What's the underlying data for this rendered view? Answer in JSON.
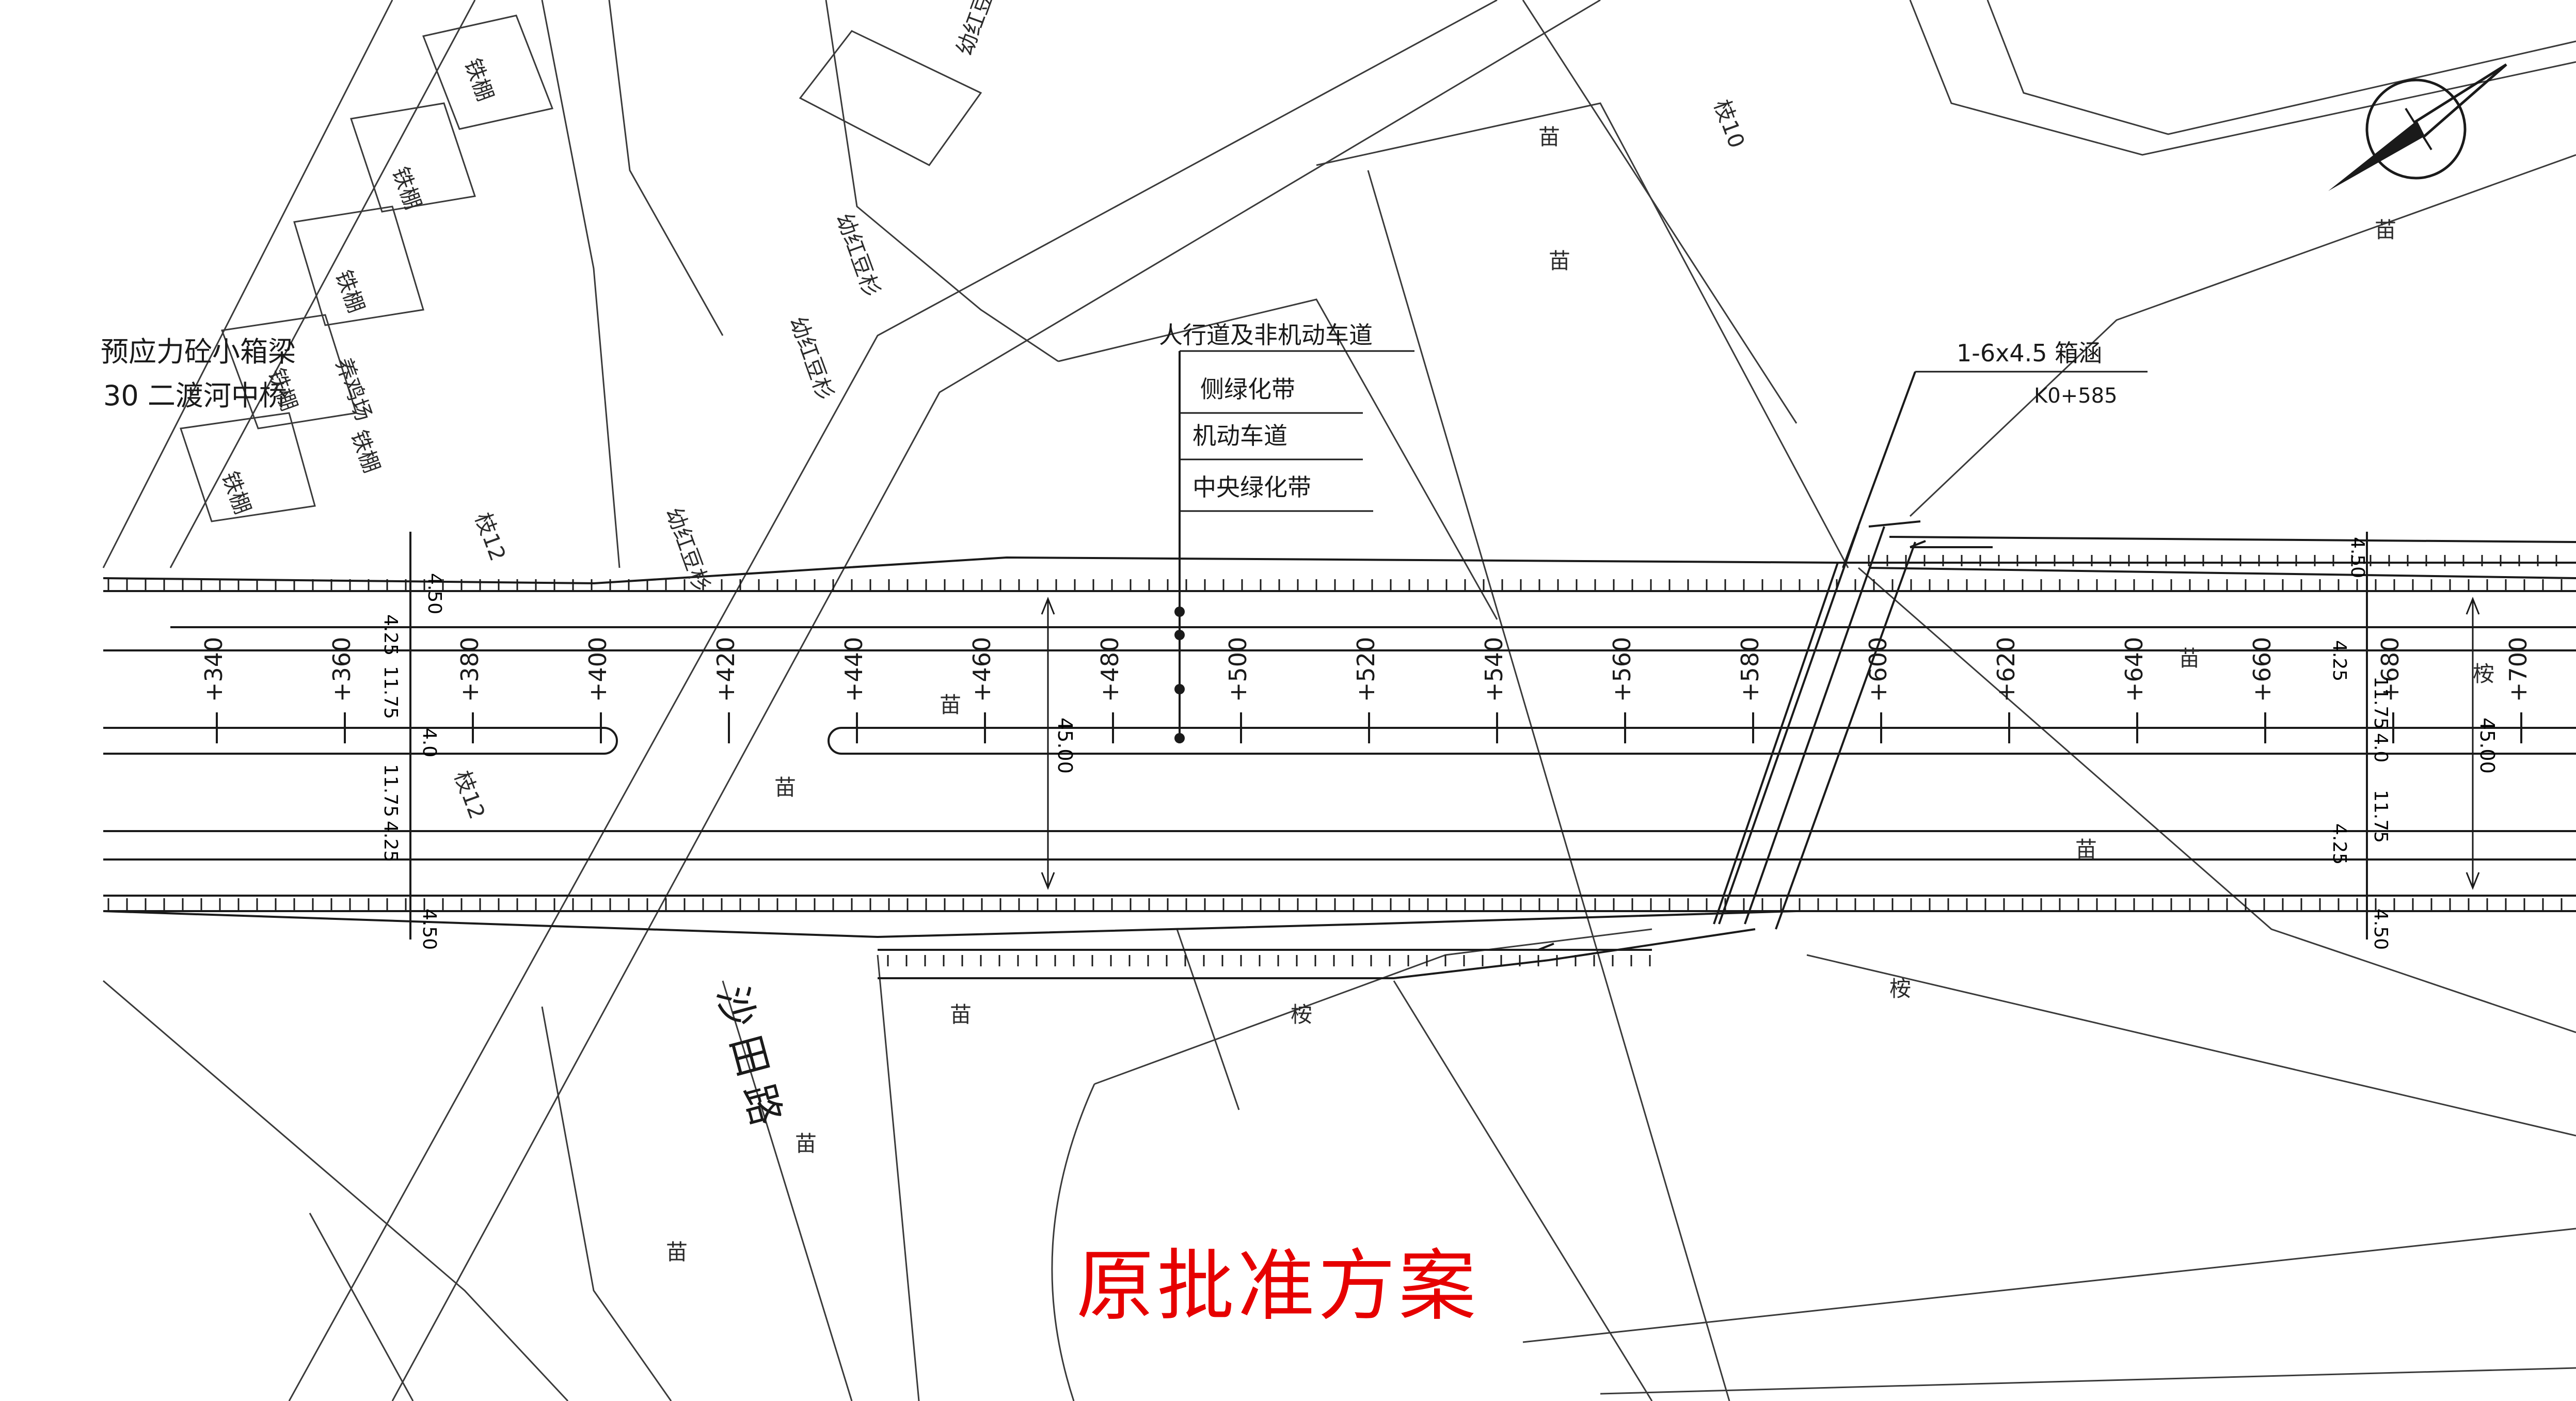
{
  "title": "原批准方案",
  "road_name": "沙田路",
  "bridge_notes": [
    "预应力砼小箱梁",
    "30 二渡河中桥"
  ],
  "section_legend": [
    "人行道及非机动车道",
    "侧绿化带",
    "机动车道",
    "中央绿化带"
  ],
  "culvert": {
    "spec": "1-6x4.5 箱涵",
    "station": "K0+585"
  },
  "stations": [
    "+340",
    "+360",
    "+380",
    "+400",
    "+420",
    "+440",
    "+460",
    "+480",
    "+500",
    "+520",
    "+540",
    "+560",
    "+580",
    "+600",
    "+620",
    "+640",
    "+660",
    "+680",
    "+700"
  ],
  "section_widths_left": [
    "4.50",
    "4.25",
    "11.75",
    "4.0",
    "11.75",
    "4.25",
    "4.50"
  ],
  "section_widths_right": [
    "4.50",
    "4.25",
    "11.75",
    "4.0",
    "11.75",
    "4.25",
    "4.50"
  ],
  "total_width": "45.00",
  "map_labels": {
    "iron_shed": "铁棚",
    "seedling": "苗",
    "orchard": "桉",
    "shrub": "幼红豆杉",
    "hamlet_school": "枝12",
    "hamlet_b": "枝10",
    "farm": "养鸡场"
  },
  "colors": {
    "line": "#1a1a1a",
    "title": "#e60000",
    "faint": "#9a9a9a"
  },
  "icons": [
    "north-arrow-icon"
  ]
}
